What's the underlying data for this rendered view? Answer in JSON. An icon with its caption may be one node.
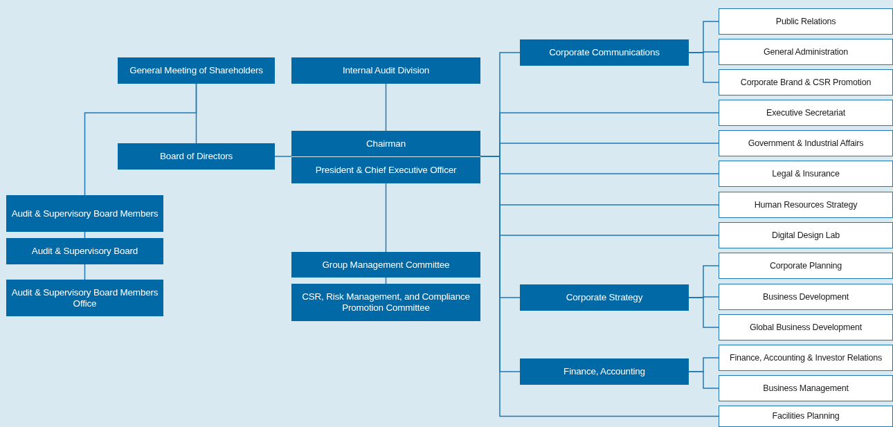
{
  "diagram": {
    "nodes": [
      {
        "text": [
          "General Meeting of Shareholders"
        ]
      },
      {
        "text": [
          "Internal Audit Division"
        ]
      },
      {
        "text": [
          "Board of Directors"
        ]
      },
      {
        "text": [
          "Chairman"
        ]
      },
      {
        "text": [
          "President & Chief Executive Officer"
        ]
      },
      {
        "text": [
          "Audit & Supervisory Board Members"
        ]
      },
      {
        "text": [
          "Audit & Supervisory Board"
        ]
      },
      {
        "text": [
          "Audit & Supervisory Board Members Office"
        ]
      },
      {
        "text": [
          "Group Management Committee"
        ]
      },
      {
        "text": [
          "CSR, Risk Management, and Compliance Promotion Committee"
        ]
      },
      {
        "text": [
          "Corporate Communications"
        ]
      },
      {
        "text": [
          "Public Relations"
        ]
      },
      {
        "text": [
          "General Administration"
        ]
      },
      {
        "text": [
          "Corporate Brand & CSR Promotion"
        ]
      },
      {
        "text": [
          "Executive Secretariat"
        ]
      },
      {
        "text": [
          "Government & Industrial Affairs"
        ]
      },
      {
        "text": [
          "Legal & Insurance"
        ]
      },
      {
        "text": [
          "Human Resources Strategy"
        ]
      },
      {
        "text": [
          "Digital Design Lab"
        ]
      },
      {
        "text": [
          "Corporate Planning"
        ]
      },
      {
        "text": [
          "Corporate Strategy"
        ]
      },
      {
        "text": [
          "Business Development"
        ]
      },
      {
        "text": [
          "Global Business Development"
        ]
      },
      {
        "text": [
          "Finance, Accounting"
        ]
      },
      {
        "text": [
          "Finance, Accounting & Investor Relations"
        ]
      },
      {
        "text": [
          "Business Management"
        ]
      },
      {
        "text": [
          "Facilities Planning"
        ]
      }
    ],
    "edges": [
      {
        "from": 0,
        "to": 2,
        "arrow": "none"
      },
      {
        "from": 0,
        "to": 5,
        "arrow": "none"
      },
      {
        "from": 1,
        "to": 3,
        "arrow": "none"
      },
      {
        "from": 2,
        "to": 3,
        "arrow": "none"
      },
      {
        "from": 5,
        "to": 6,
        "arrow": "none"
      },
      {
        "from": 6,
        "to": 7,
        "arrow": "none"
      },
      {
        "from": 4,
        "to": 8,
        "arrow": "none"
      },
      {
        "from": 8,
        "to": 9,
        "arrow": "none"
      },
      {
        "from": 3,
        "to": 10,
        "arrow": "none"
      },
      {
        "from": 3,
        "to": 14,
        "arrow": "none"
      },
      {
        "from": 3,
        "to": 15,
        "arrow": "none"
      },
      {
        "from": 3,
        "to": 16,
        "arrow": "none"
      },
      {
        "from": 3,
        "to": 17,
        "arrow": "none"
      },
      {
        "from": 3,
        "to": 18,
        "arrow": "none"
      },
      {
        "from": 3,
        "to": 20,
        "arrow": "none"
      },
      {
        "from": 3,
        "to": 23,
        "arrow": "none"
      },
      {
        "from": 3,
        "to": 26,
        "arrow": "none"
      },
      {
        "from": 10,
        "to": 11,
        "arrow": "none"
      },
      {
        "from": 10,
        "to": 12,
        "arrow": "none"
      },
      {
        "from": 10,
        "to": 13,
        "arrow": "none"
      },
      {
        "from": 20,
        "to": 19,
        "arrow": "none"
      },
      {
        "from": 20,
        "to": 21,
        "arrow": "none"
      },
      {
        "from": 20,
        "to": 22,
        "arrow": "none"
      },
      {
        "from": 23,
        "to": 24,
        "arrow": "none"
      },
      {
        "from": 23,
        "to": 25,
        "arrow": "none"
      }
    ]
  }
}
